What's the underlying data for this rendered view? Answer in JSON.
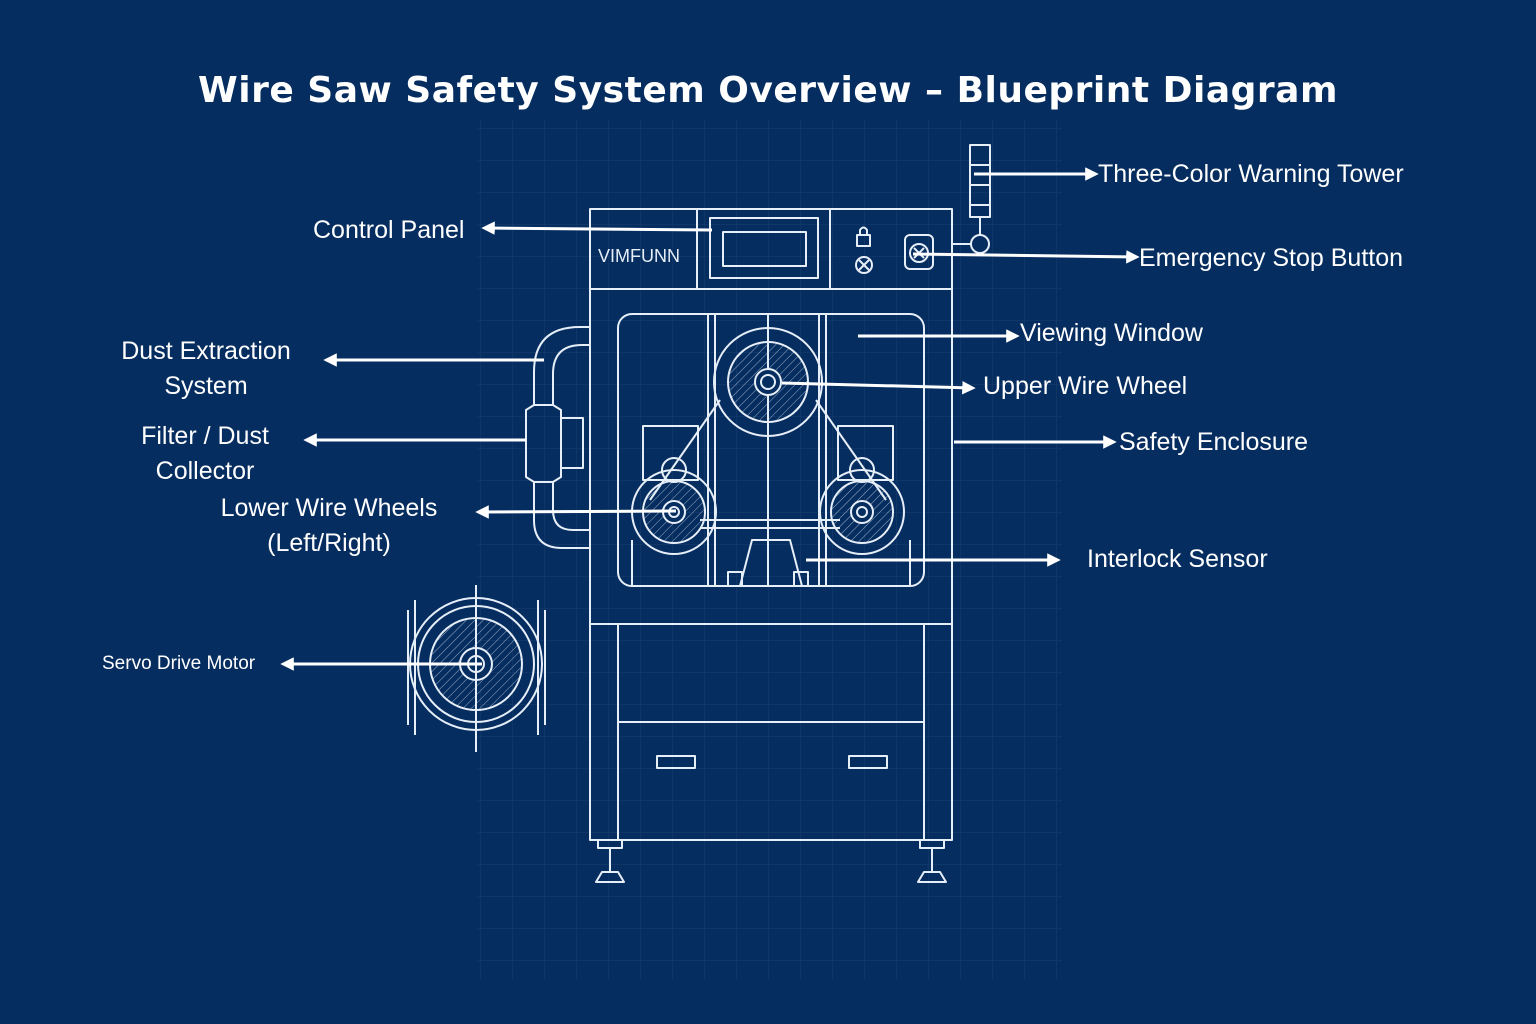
{
  "title": "Wire Saw Safety System Overview – Blueprint Diagram",
  "brand": {
    "logo_text": "VIMFUNN"
  },
  "colors": {
    "background": "#062d5f",
    "line": "#e6eef8",
    "text": "#ffffff"
  },
  "icons": {
    "lock": "lock-icon",
    "reset": "x-circle-icon",
    "emergency_stop": "emergency-stop-icon"
  },
  "callouts": {
    "warning_tower": "Three-Color Warning Tower",
    "control_panel": "Control Panel",
    "emergency_stop": "Emergency Stop Button",
    "dust_extraction": {
      "line1": "Dust Extraction",
      "line2": "System"
    },
    "viewing_window": "Viewing Window",
    "upper_wheel": "Upper Wire Wheel",
    "filter": {
      "line1": "Filter / Dust",
      "line2": "Collector"
    },
    "safety_enclosure": "Safety Enclosure",
    "lower_wheels": {
      "line1": "Lower Wire Wheels",
      "line2": "(Left/Right)"
    },
    "interlock_sensor": "Interlock Sensor",
    "servo_motor": "Servo Drive Motor"
  }
}
